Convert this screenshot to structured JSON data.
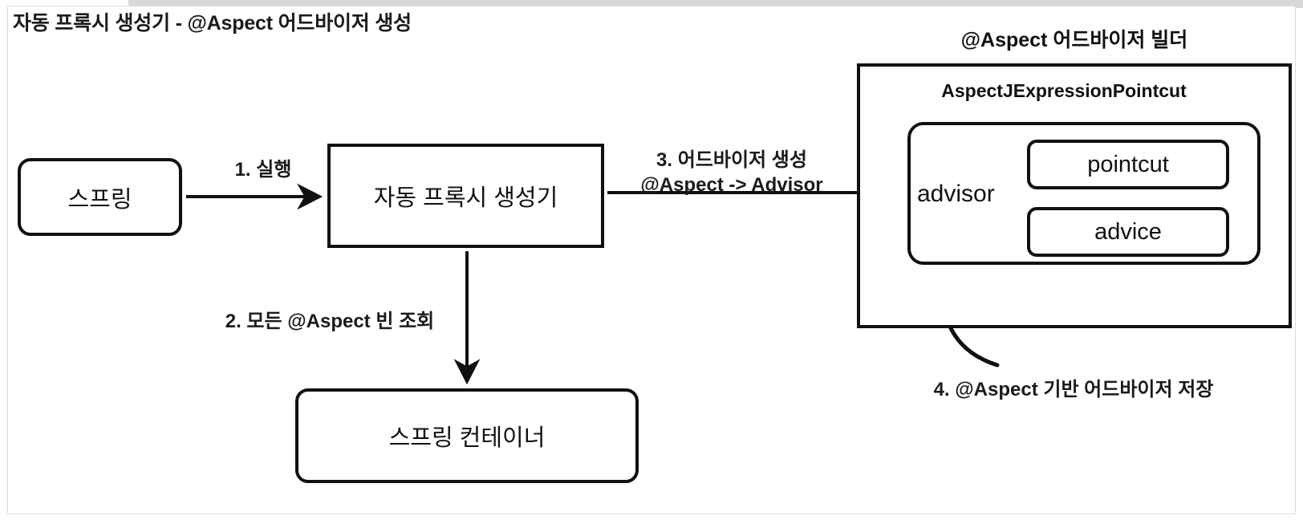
{
  "page": {
    "title": "자동 프록시 생성기 - @Aspect 어드바이저 생성"
  },
  "nodes": {
    "spring": "스프링",
    "auto_proxy_creator": "자동 프록시 생성기",
    "spring_container": "스프링 컨테이너",
    "advisor": "advisor",
    "pointcut": "pointcut",
    "advice": "advice"
  },
  "builder": {
    "title": "@Aspect 어드바이저 빌더",
    "pointcut_class": "AspectJExpressionPointcut"
  },
  "arrows": {
    "step1": "1. 실행",
    "step2": "2. 모든 @Aspect 빈 조회",
    "step3_line1": "3. 어드바이저 생성",
    "step3_line2": "@Aspect -> Advisor",
    "step4": "4. @Aspect 기반 어드바이저 저장"
  },
  "colors": {
    "stroke": "#111111",
    "text": "#1b1b1b",
    "background": "#ffffff",
    "card_border": "#dcdcdc",
    "top_strip": "#d8d8d8"
  },
  "icons": {
    "arrow_head": "arrow-head-icon",
    "curved_arrow": "curved-arrow-icon"
  }
}
